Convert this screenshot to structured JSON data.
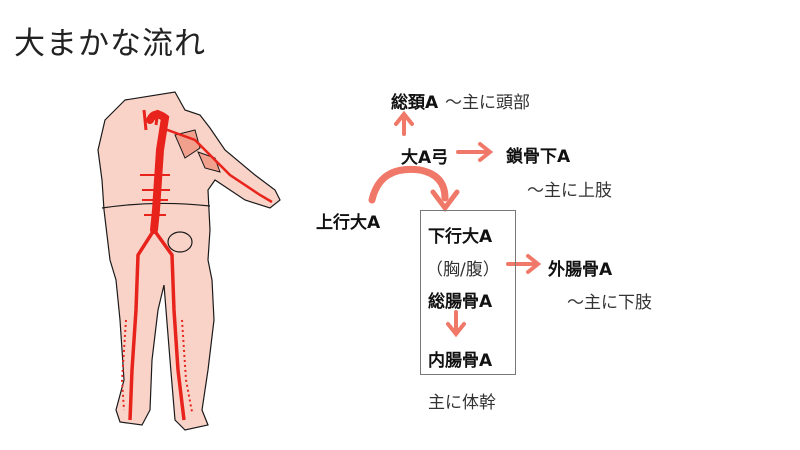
{
  "title": "大まかな流れ",
  "labels": {
    "common_carotid": "総頚A",
    "common_carotid_note": "〜主に頭部",
    "aortic_arch": "大A弓",
    "subclavian": "鎖骨下A",
    "subclavian_note": "〜主に上肢",
    "ascending_aorta": "上行大A",
    "descending_aorta": "下行大A",
    "thoracic_abdominal": "（胸/腹）",
    "common_iliac": "総腸骨A",
    "internal_iliac": "内腸骨A",
    "trunk_note": "主に体幹",
    "external_iliac": "外腸骨A",
    "external_iliac_note": "〜主に下肢"
  },
  "colors": {
    "arrow": "#f07868",
    "artery": "#e8231c",
    "skin": "#f9d3c8",
    "outline": "#1a1a1a"
  }
}
